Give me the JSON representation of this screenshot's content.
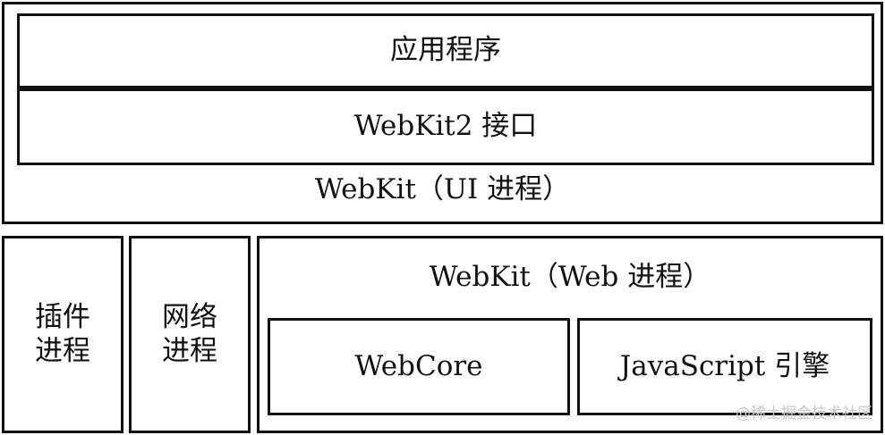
{
  "ui_process": {
    "app_label": "应用程序",
    "api_label": "WebKit2 接口",
    "container_label": "WebKit（UI 进程）"
  },
  "plugin_process": {
    "line1": "插件",
    "line2": "进程"
  },
  "network_process": {
    "line1": "网络",
    "line2": "进程"
  },
  "web_process": {
    "container_label": "WebKit（Web 进程）",
    "webcore_label": "WebCore",
    "js_engine_label": "JavaScript 引擎"
  },
  "watermark": "@稀土掘金技术社区"
}
